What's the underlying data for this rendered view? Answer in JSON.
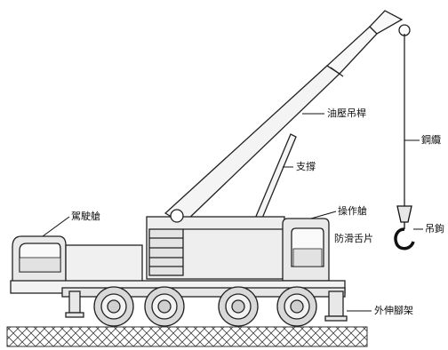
{
  "diagram": {
    "labels": {
      "boom": "油壓吊桿",
      "strut": "支撐",
      "cable": "鋼纜",
      "cab": "駕駛艙",
      "operator_cab": "操作艙",
      "hook": "吊鉤",
      "anti_slip": "防滑舌片",
      "outrigger": "外伸腳架"
    }
  }
}
